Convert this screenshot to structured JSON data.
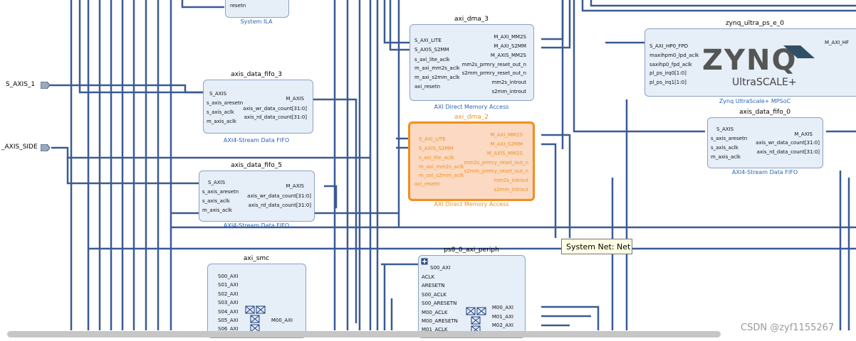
{
  "external_ports": {
    "s_axis_1": "S_AXIS_1",
    "axis_side": "_AXIS_SIDE"
  },
  "blocks": {
    "system_ila": {
      "sub": "System ILA",
      "ports_left": [
        "resetn"
      ]
    },
    "axi_dma_3": {
      "title": "axi_dma_3",
      "sub": "AXI Direct Memory Access",
      "ports_left": [
        "S_AXI_LITE",
        "S_AXIS_S2MM",
        "s_axi_lite_aclk",
        "m_axi_mm2s_aclk",
        "m_axi_s2mm_aclk",
        "axi_resetn"
      ],
      "ports_right": [
        "M_AXI_MM2S",
        "M_AXI_S2MM",
        "M_AXIS_MM2S",
        "mm2s_prmry_reset_out_n",
        "s2mm_prmry_reset_out_n",
        "mm2s_introut",
        "s2mm_introut"
      ]
    },
    "axi_dma_2": {
      "title": "axi_dma_2",
      "sub": "AXI Direct Memory Access",
      "ports_left": [
        "S_AXI_LITE",
        "S_AXIS_S2MM",
        "s_axi_lite_aclk",
        "m_axi_mm2s_aclk",
        "m_axi_s2mm_aclk",
        "axi_resetn"
      ],
      "ports_right": [
        "M_AXI_MM2S",
        "M_AXI_S2MM",
        "M_AXIS_MM2S",
        "mm2s_prmry_reset_out_n",
        "s2mm_prmry_reset_out_n",
        "mm2s_introut",
        "s2mm_introut"
      ]
    },
    "zynq": {
      "title": "zynq_ultra_ps_e_0",
      "sub": "Zynq UltraScale+ MPSoC",
      "logo": "ZYNQ",
      "logo_sub": "UltraSCALE+",
      "ports_left": [
        "S_AXI_HP0_FPD",
        "maxihpm0_lpd_aclk",
        "saxihp0_fpd_aclk",
        "pl_ps_irq0[1:0]",
        "pl_ps_irq1[1:0]"
      ],
      "ports_right": [
        "M_AXI_HF"
      ]
    },
    "fifo_3": {
      "title": "axis_data_fifo_3",
      "sub": "AXI4-Stream Data FIFO",
      "ports_left": [
        "S_AXIS",
        "s_axis_aresetn",
        "s_axis_aclk",
        "m_axis_aclk"
      ],
      "ports_right": [
        "M_AXIS",
        "axis_wr_data_count[31:0]",
        "axis_rd_data_count[31:0]"
      ]
    },
    "fifo_5": {
      "title": "axis_data_fifo_5",
      "sub": "AXI4-Stream Data FIFO",
      "ports_left": [
        "S_AXIS",
        "s_axis_aresetn",
        "s_axis_aclk",
        "m_axis_aclk"
      ],
      "ports_right": [
        "M_AXIS",
        "axis_wr_data_count[31:0]",
        "axis_rd_data_count[31:0]"
      ]
    },
    "fifo_0": {
      "title": "axis_data_fifo_0",
      "sub": "AXI4-Stream Data FIFO",
      "ports_left": [
        "S_AXIS",
        "s_axis_aresetn",
        "s_axis_aclk",
        "m_axis_aclk"
      ],
      "ports_right": [
        "M_AXIS",
        "axis_wr_data_count[31:0]",
        "axis_rd_data_count[31:0]"
      ]
    },
    "axi_smc": {
      "title": "axi_smc",
      "ports_left": [
        "S00_AXI",
        "S01_AXI",
        "S02_AXI",
        "S03_AXI",
        "S04_AXI",
        "S05_AXI",
        "S06_AXI"
      ],
      "ports_right": [
        "M00_AXI"
      ]
    },
    "periph": {
      "title": "ps8_0_axi_periph",
      "ports_left": [
        "S00_AXI",
        "ACLK",
        "ARESETN",
        "S00_ACLK",
        "S00_ARESETN",
        "M00_ACLK",
        "M00_ARESETN",
        "M01_ACLK"
      ],
      "ports_right": [
        "M00_AXI",
        "M01_AXI",
        "M02_AXI"
      ]
    }
  },
  "tooltip": "System Net: Net",
  "watermark": "CSDN @zyf1155267",
  "colors": {
    "wire": "#3a5a95",
    "block_fill": "#e6eef8",
    "block_border": "#8ca2c4",
    "selected": "#f0901e",
    "selected_fill": "#fbd9c2"
  }
}
